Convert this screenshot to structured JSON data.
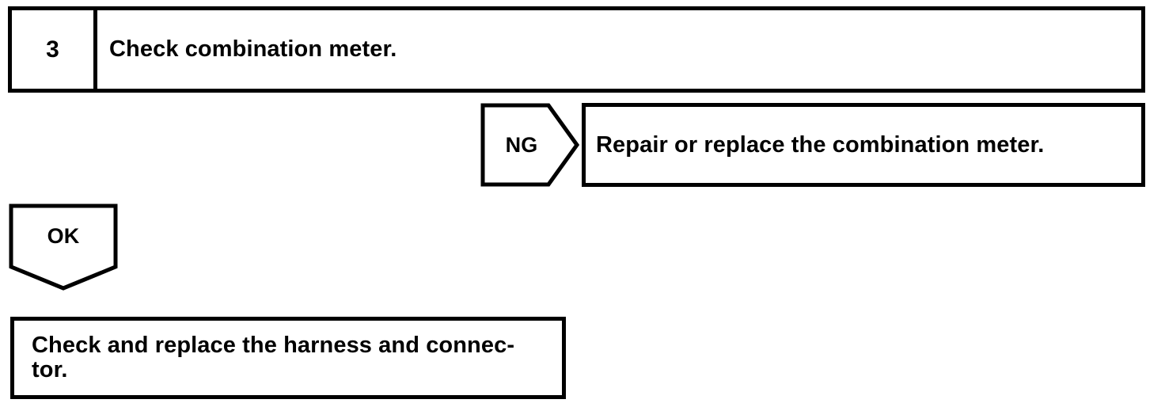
{
  "document": {
    "type": "troubleshooting-flowchart",
    "ink_color": "#000000",
    "background_color": "#ffffff"
  },
  "step": {
    "number": "3",
    "title": "Check combination meter."
  },
  "branches": {
    "ng": {
      "label": "NG",
      "result": "Repair or replace the combination meter."
    },
    "ok": {
      "label": "OK",
      "result": "Check and replace the harness and connec-\ntor."
    }
  }
}
